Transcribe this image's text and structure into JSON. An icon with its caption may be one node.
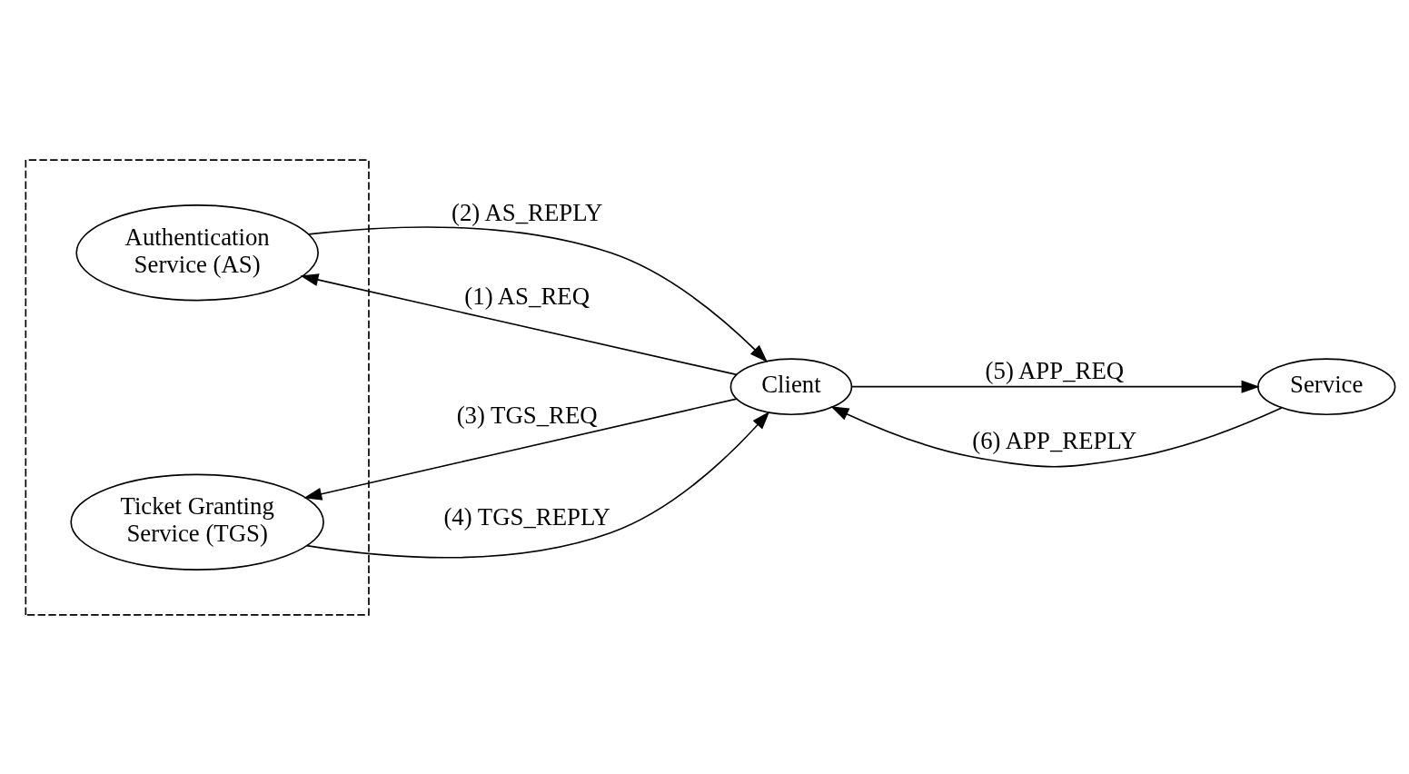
{
  "diagram": {
    "nodes": [
      {
        "text": [],
        "shape": "box"
      },
      {
        "text": [
          "Authentication Service (AS)"
        ],
        "in": 0
      },
      {
        "text": [
          "Ticket Granting Service (TGS)"
        ],
        "in": 0
      },
      {
        "text": [
          "Client"
        ]
      },
      {
        "text": [
          "Service"
        ]
      }
    ],
    "edges": [
      {
        "from": 3,
        "to": 1,
        "arrow": "to",
        "label": "(1) AS_REQ"
      },
      {
        "from": 1,
        "to": 3,
        "arrow": "to",
        "label": "(2) AS_REPLY"
      },
      {
        "from": 3,
        "to": 2,
        "arrow": "to",
        "label": "(3) TGS_REQ"
      },
      {
        "from": 2,
        "to": 3,
        "arrow": "to",
        "label": "(4) TGS_REPLY"
      },
      {
        "from": 3,
        "to": 4,
        "arrow": "to",
        "label": "(5) APP_REQ"
      },
      {
        "from": 4,
        "to": 3,
        "arrow": "to",
        "label": "(6) APP_REPLY"
      }
    ]
  }
}
